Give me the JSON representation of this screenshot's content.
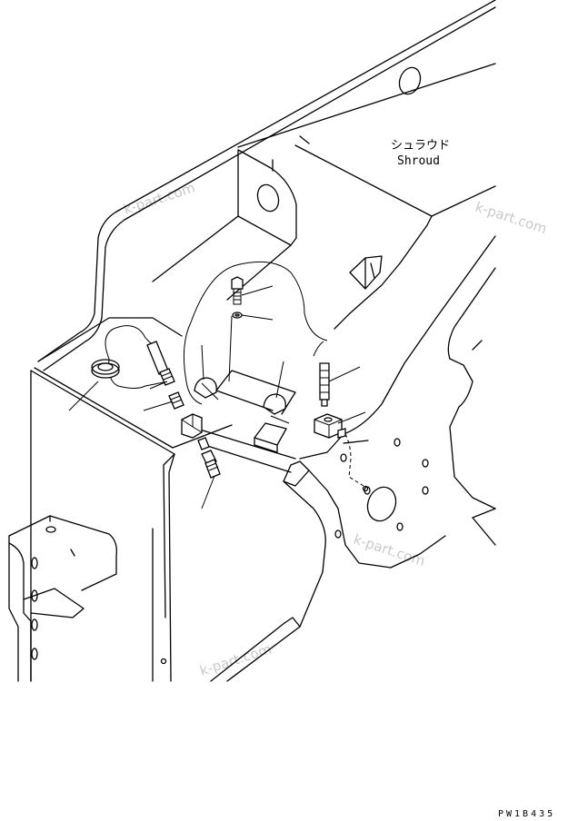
{
  "labels": {
    "shroud_jp": "シュラウド",
    "shroud_en": "Shroud"
  },
  "watermarks": [
    "k-part.com",
    "k-part.com",
    "k-part.com",
    "k-part.com"
  ],
  "drawing_code": "PW1B435"
}
